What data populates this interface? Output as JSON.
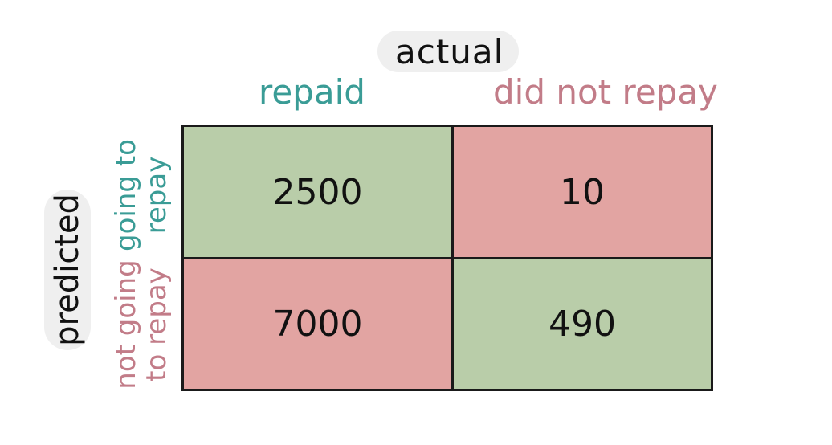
{
  "axes": {
    "actual": "actual",
    "predicted": "predicted"
  },
  "columns": [
    "repaid",
    "did not repay"
  ],
  "rows": [
    "going to\nrepay",
    "not going\nto repay"
  ],
  "cells": [
    [
      "2500",
      "10"
    ],
    [
      "7000",
      "490"
    ]
  ],
  "colors": {
    "correct": "#b9cda9",
    "incorrect": "#e2a4a2",
    "teal_text": "#3a9c96",
    "pink_text": "#c27c88"
  }
}
